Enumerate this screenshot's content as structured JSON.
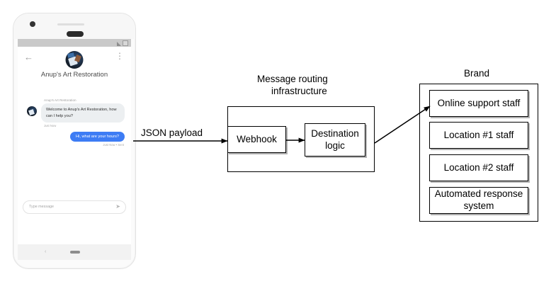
{
  "phone": {
    "status_bar": {
      "signal_icon": "signal-triangle-icon",
      "battery_icon": "battery-icon"
    },
    "header": {
      "back_icon": "←",
      "more_icon": "⋮",
      "avatar": "brand-avatar",
      "title": "Anup's Art Restoration"
    },
    "chat": {
      "incoming_sender": "Anup's Art Restoration",
      "incoming_message": "Welcome to Anup's Art Restoration, how can I help you?",
      "incoming_timestamp": "Just Now",
      "outgoing_message": "Hi, what are your hours?",
      "outgoing_timestamp": "Just Now • Sent",
      "bubble_in_color": "#eceff1",
      "bubble_out_color": "#3d7cf4"
    },
    "composer": {
      "placeholder": "Type message",
      "send_icon": "➤"
    },
    "nav": {
      "back_icon": "‹",
      "home_icon": "home-pill-icon"
    }
  },
  "diagram": {
    "arrow_label": "JSON payload",
    "infrastructure": {
      "title_line1": "Message routing",
      "title_line2": "infrastructure",
      "nodes": [
        {
          "label": "Webhook"
        },
        {
          "label": "Destination logic"
        }
      ]
    },
    "brand": {
      "title": "Brand",
      "items": [
        {
          "label": "Online support staff"
        },
        {
          "label": "Location #1 staff"
        },
        {
          "label": "Location #2 staff"
        },
        {
          "label": "Automated response system"
        }
      ]
    }
  }
}
